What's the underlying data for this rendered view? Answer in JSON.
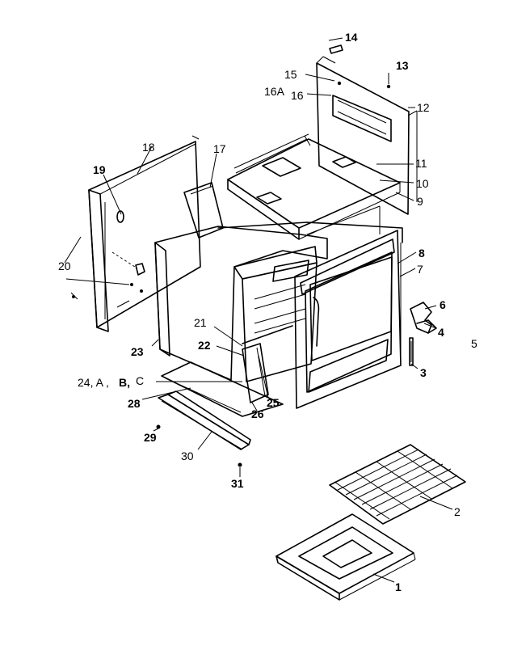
{
  "callouts": {
    "c14": "14",
    "c13": "13",
    "c15": "15",
    "c16A": "16A",
    "c16": "16",
    "c12": "12",
    "c18": "18",
    "c17": "17",
    "c19": "19",
    "c11": "11",
    "c10": "10",
    "c9": "9",
    "c20": "20",
    "c8": "8",
    "c7": "7",
    "c6": "6",
    "c4": "4",
    "c5": "5",
    "c21": "21",
    "c22": "22",
    "c23": "23",
    "c3": "3",
    "c24_a": "24, A ,",
    "c24_b": "B,",
    "c24_c": "C",
    "c28": "28",
    "c25": "25",
    "c26": "26",
    "c29": "29",
    "c30": "30",
    "c31": "31",
    "c2": "2",
    "c1": "1"
  }
}
